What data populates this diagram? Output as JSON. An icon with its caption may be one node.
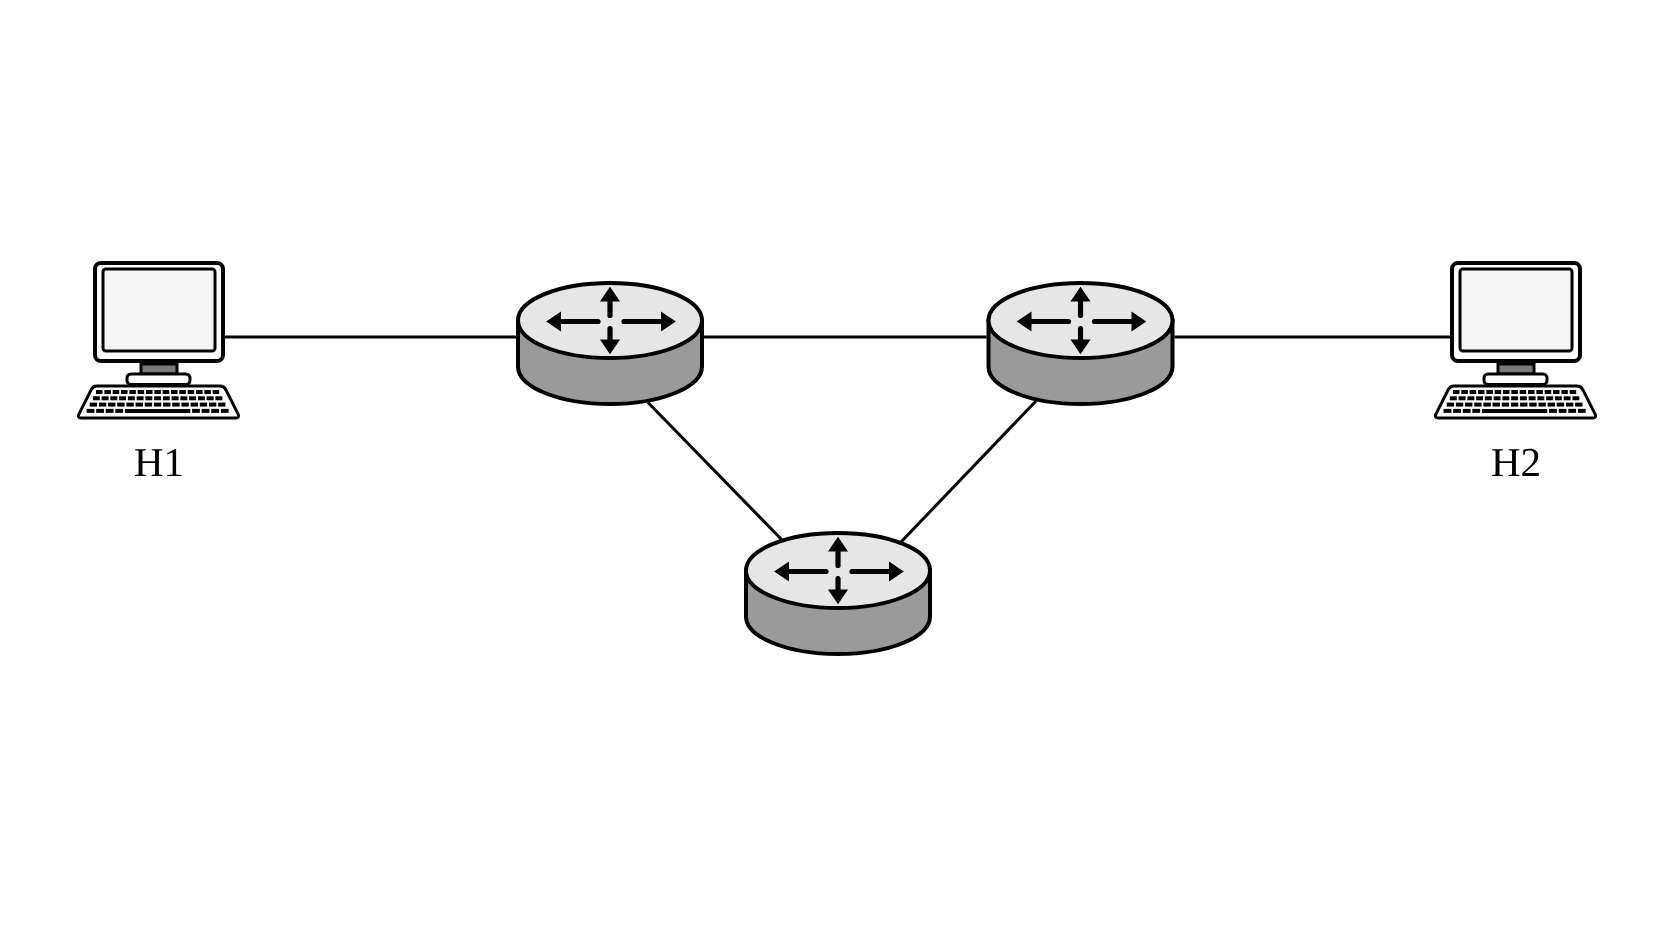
{
  "diagram": {
    "nodes": [
      {
        "text": [
          "H1"
        ]
      },
      {
        "text": [],
        "shape": "cylinder"
      },
      {
        "text": [],
        "shape": "cylinder"
      },
      {
        "text": [
          "H2"
        ]
      },
      {
        "text": [],
        "shape": "cylinder"
      }
    ],
    "edges": [
      {
        "from": 0,
        "to": 1,
        "arrow": "none"
      },
      {
        "from": 1,
        "to": 2,
        "arrow": "none"
      },
      {
        "from": 2,
        "to": 3,
        "arrow": "none"
      },
      {
        "from": 1,
        "to": 4,
        "arrow": "none"
      },
      {
        "from": 2,
        "to": 4,
        "arrow": "none"
      }
    ]
  }
}
